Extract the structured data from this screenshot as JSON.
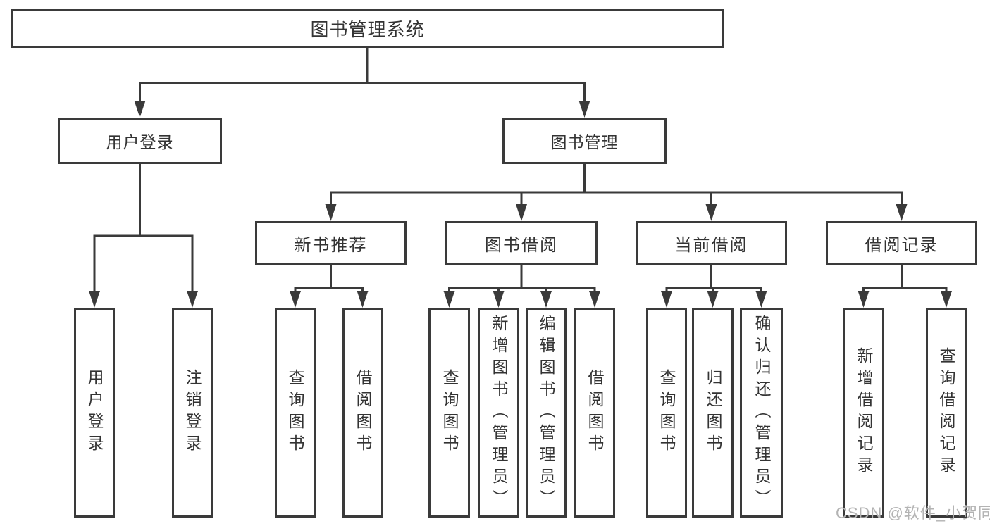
{
  "colors": {
    "line": "#3a3a3a",
    "text": "#333333",
    "watermark": "#b3b3b3",
    "background": "#ffffff"
  },
  "watermark": {
    "text": "CSDN @软件_小贺同学"
  },
  "tree": {
    "root": {
      "label": "图书管理系统"
    },
    "children": [
      {
        "label": "用户登录",
        "children": [
          {
            "label": "用户登录"
          },
          {
            "label": "注销登录"
          }
        ]
      },
      {
        "label": "图书管理",
        "children": [
          {
            "label": "新书推荐",
            "children": [
              {
                "label": "查询图书"
              },
              {
                "label": "借阅图书"
              }
            ]
          },
          {
            "label": "图书借阅",
            "children": [
              {
                "label": "查询图书"
              },
              {
                "label": "新增图书（管理员）"
              },
              {
                "label": "编辑图书（管理员）"
              },
              {
                "label": "借阅图书"
              }
            ]
          },
          {
            "label": "当前借阅",
            "children": [
              {
                "label": "查询图书"
              },
              {
                "label": "归还图书"
              },
              {
                "label": "确认归还（管理员）"
              }
            ]
          },
          {
            "label": "借阅记录",
            "children": [
              {
                "label": "新增借阅记录"
              },
              {
                "label": "查询借阅记录"
              }
            ]
          }
        ]
      }
    ]
  }
}
